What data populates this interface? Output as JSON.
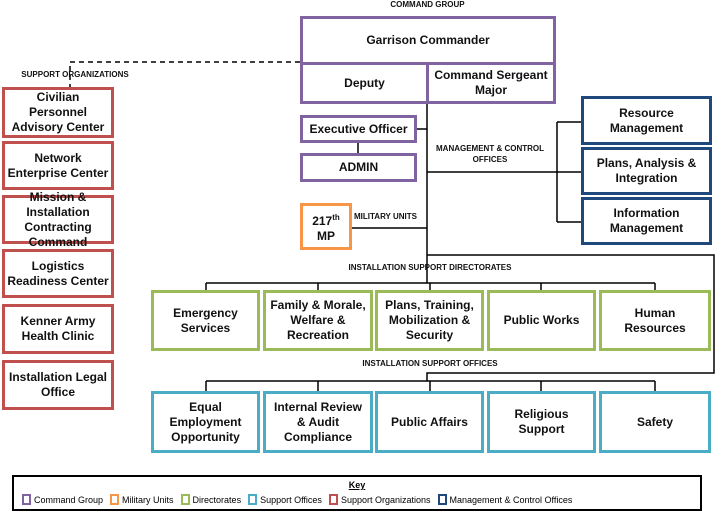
{
  "labels": {
    "command_group": "COMMAND GROUP",
    "support_organizations": "SUPPORT ORGANIZATIONS",
    "management_control": "MANAGEMENT & CONTROL OFFICES",
    "military_units": "MILITARY UNITS",
    "directorates": "INSTALLATION SUPPORT DIRECTORATES",
    "support_offices": "INSTALLATION SUPPORT OFFICES"
  },
  "command": {
    "garrison_commander": "Garrison Commander",
    "deputy": "Deputy",
    "csm": "Command Sergeant Major",
    "executive_officer": "Executive Officer",
    "admin": "ADMIN"
  },
  "military": {
    "number": "217",
    "suffix": "th",
    "unit": "MP"
  },
  "management": [
    "Resource Management",
    "Plans, Analysis & Integration",
    "Information Management"
  ],
  "support_orgs": [
    "Civilian Personnel Advisory Center",
    "Network Enterprise Center",
    "Mission & Installation Contracting Command",
    "Logistics Readiness Center",
    "Kenner Army Health Clinic",
    "Installation Legal Office"
  ],
  "directorates": [
    "Emergency Services",
    "Family & Morale, Welfare & Recreation",
    "Plans, Training, Mobilization & Security",
    "Public Works",
    "Human Resources"
  ],
  "offices": [
    "Equal Employment Opportunity",
    "Internal Review & Audit Compliance",
    "Public Affairs",
    "Religious Support",
    "Safety"
  ],
  "key": {
    "title": "Key",
    "items": [
      {
        "label": "Command Group",
        "color": "#8064A2"
      },
      {
        "label": "Military Units",
        "color": "#F79646"
      },
      {
        "label": "Directorates",
        "color": "#9BBB59"
      },
      {
        "label": "Support Offices",
        "color": "#4BACC6"
      },
      {
        "label": "Support Organizations",
        "color": "#C0504D"
      },
      {
        "label": "Management & Control Offices",
        "color": "#1F497D"
      }
    ]
  }
}
